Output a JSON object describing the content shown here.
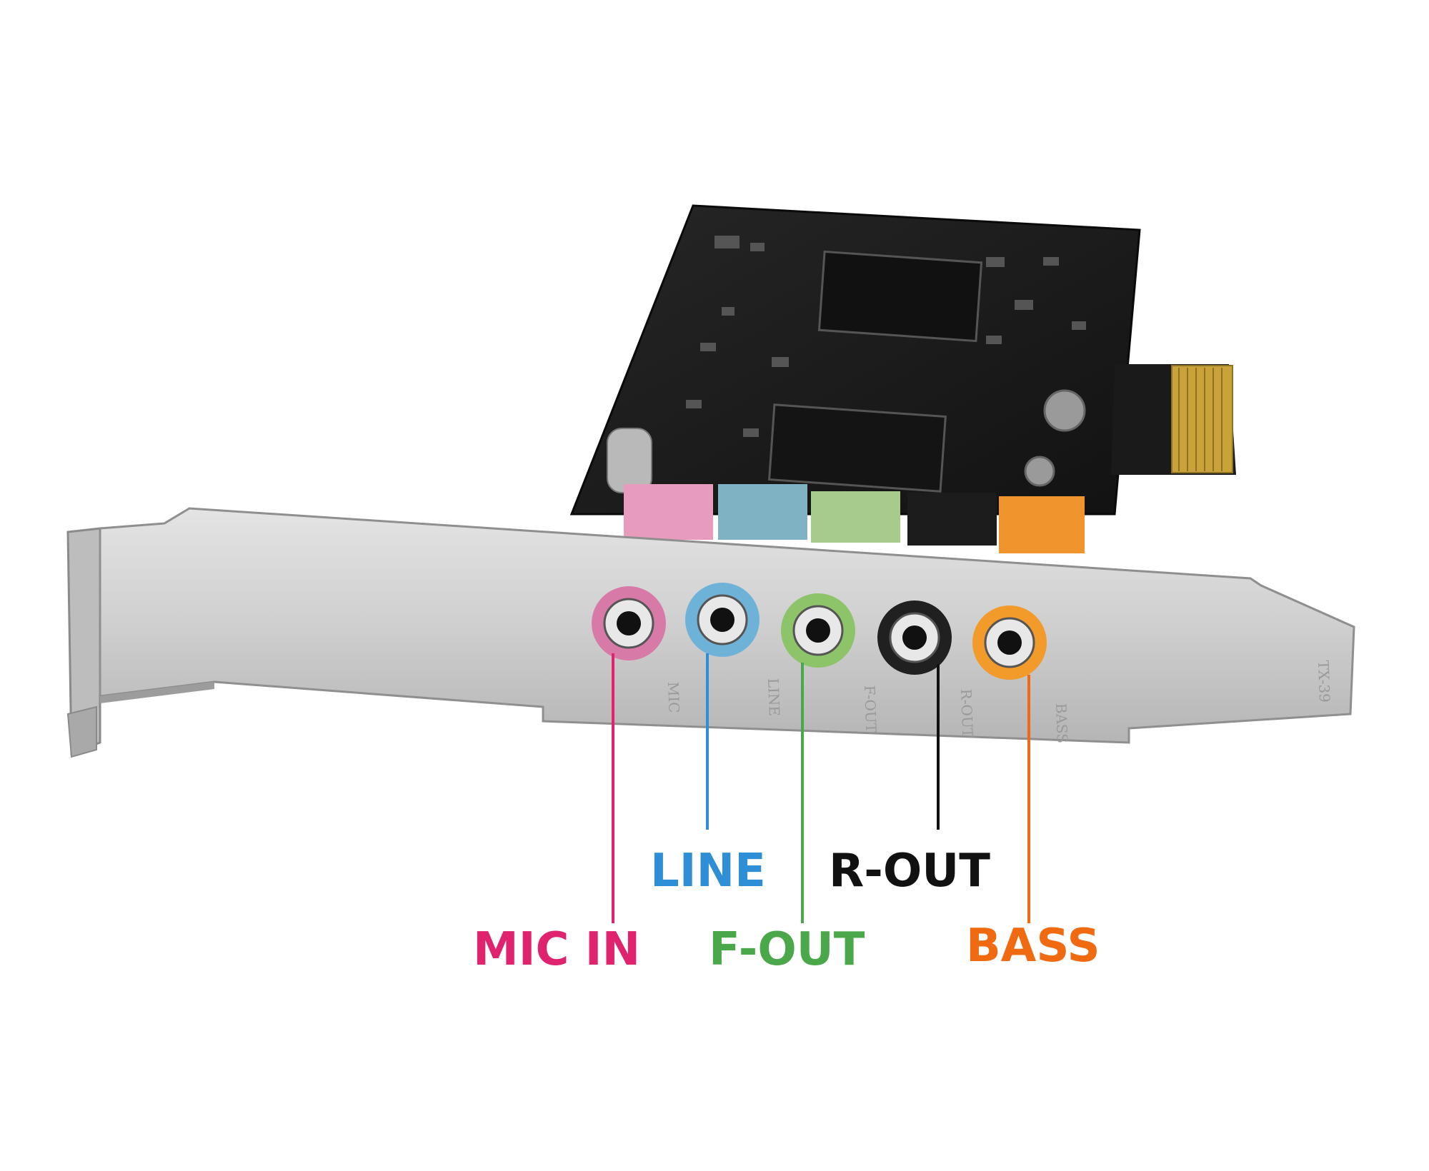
{
  "ports": [
    {
      "key": "mic",
      "callout": "MIC IN",
      "color": "#e0236e",
      "jack_color": "#e89cbd",
      "ring_color": "#d87aa7",
      "bracket_text": "MIC"
    },
    {
      "key": "line",
      "callout": "LINE",
      "color": "#2f8fd6",
      "jack_color": "#7fb3c4",
      "ring_color": "#6fb2d8",
      "bracket_text": "LINE"
    },
    {
      "key": "fout",
      "callout": "F-OUT",
      "color": "#4aa84a",
      "jack_color": "#a6cb8c",
      "ring_color": "#8dc46a",
      "bracket_text": "F-OUT"
    },
    {
      "key": "rout",
      "callout": "R-OUT",
      "color": "#111111",
      "jack_color": "#1c1c1c",
      "ring_color": "#202020",
      "bracket_text": "R-OUT"
    },
    {
      "key": "bass",
      "callout": "BASS",
      "color": "#ef6a10",
      "jack_color": "#f0952e",
      "ring_color": "#f29a2a",
      "bracket_text": "BASS"
    }
  ],
  "bracket_model": "TX-39",
  "colors": {
    "pcb": "#1b1b1b",
    "bracket": "#cfcfcf",
    "gold": "#c9a23a"
  }
}
